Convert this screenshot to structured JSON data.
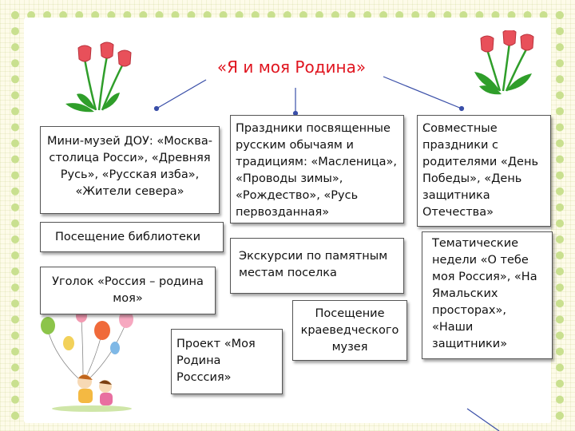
{
  "title": "«Я и моя Родина»",
  "boxes": {
    "mini_museum": "Мини-музей ДОУ: «Москва-столица Росси», «Древняя Русь», «Русская изба», «Жители севера»",
    "holidays": "Праздники посвященные русским обычаям и традициям: «Масленица», «Проводы зимы», «Рождество», «Русь первозданная»",
    "joint_holidays": "Совместные праздники с родителями «День Победы», «День защитника Отечества»",
    "library": "Посещение библиотеки",
    "excursions": "Экскурсии по памятным местам поселка",
    "thematic_weeks": "Тематические недели «О тебе моя Россия», «На Ямальских просторах», «Наши защитники»",
    "corner": "Уголок «Россия – родина моя»",
    "project": "Проект «Моя Родина Росссия»",
    "museum_visit": "Посещение краеведческого музея"
  },
  "colors": {
    "title": "#e0151f",
    "frame": "#c9e08f",
    "connector": "#3a4fa8",
    "tulip": "#e8505a",
    "leaf": "#2f9e2a"
  },
  "icons": [
    "tulip-icon",
    "balloon-kids-illustration"
  ]
}
